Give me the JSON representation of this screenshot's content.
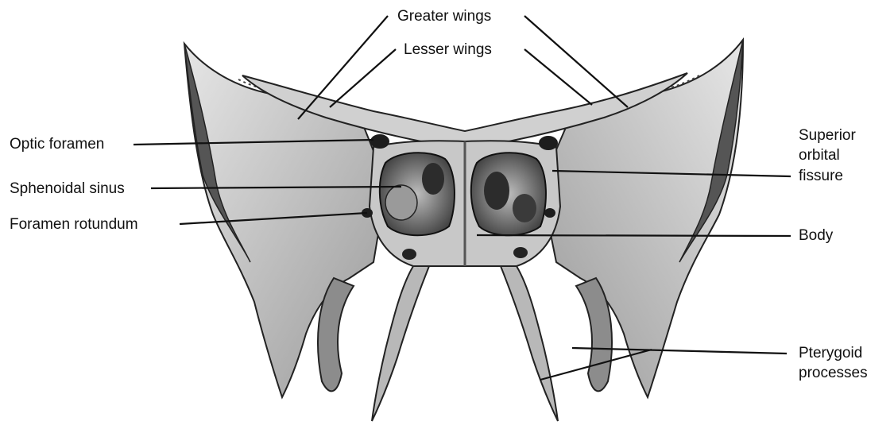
{
  "diagram": {
    "labels": {
      "greater_wings": "Greater wings",
      "lesser_wings": "Lesser wings",
      "optic_foramen": "Optic foramen",
      "sphenoidal_sinus": "Sphenoidal sinus",
      "foramen_rotundum": "Foramen rotundum",
      "superior_line1": "Superior",
      "superior_line2": "orbital",
      "superior_line3": "fissure",
      "body": "Body",
      "pterygoid_line1": "Pterygoid",
      "pterygoid_line2": "processes"
    },
    "colors": {
      "ink": "#111111",
      "bone_light": "#d9d9d9",
      "bone_mid": "#a8a8a8",
      "bone_dark": "#4a4a4a"
    }
  }
}
